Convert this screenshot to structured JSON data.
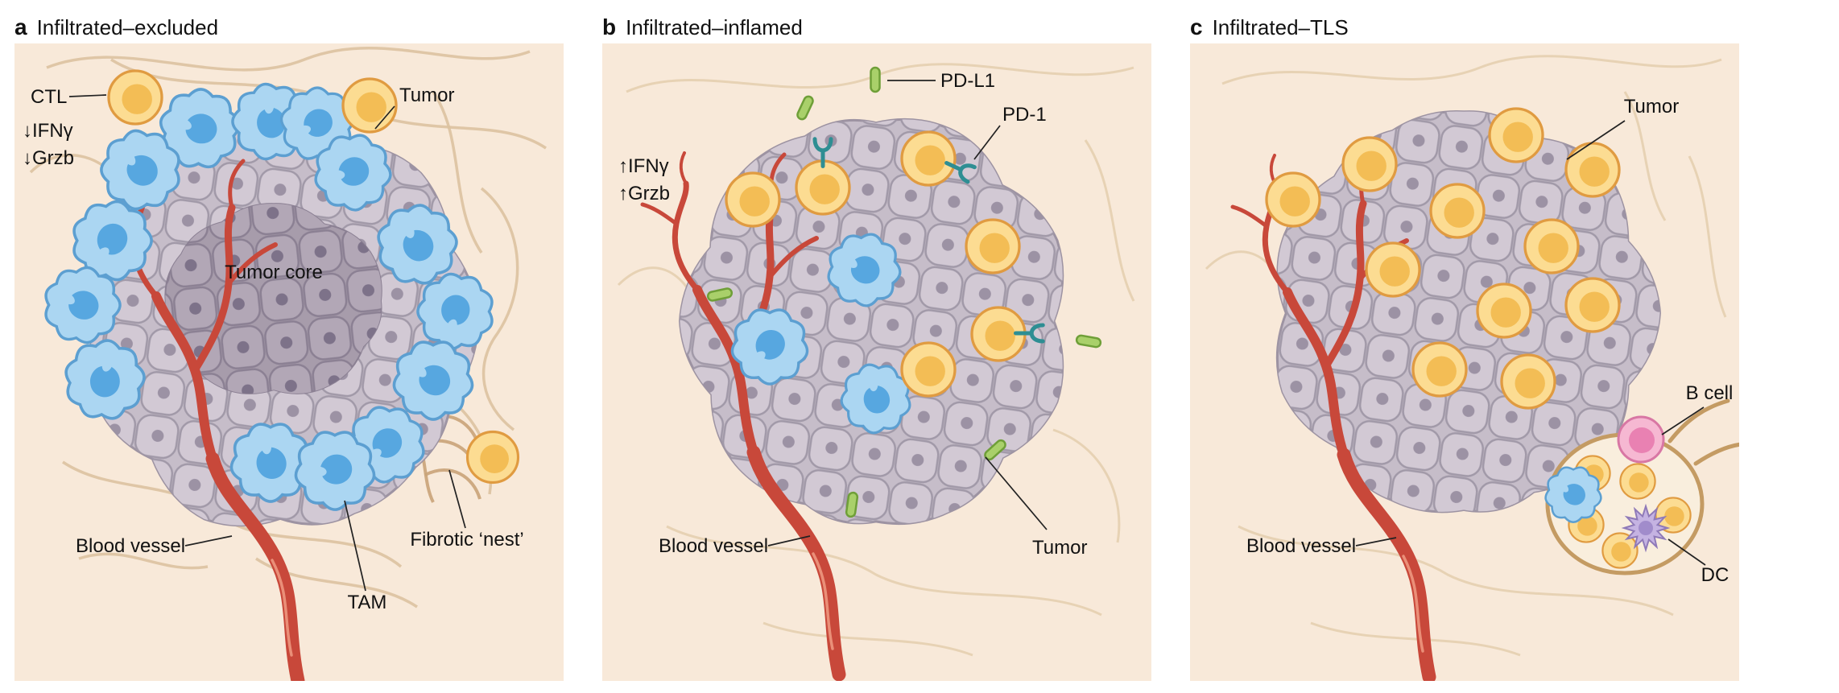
{
  "figure": {
    "panels": [
      {
        "letter": "a",
        "title": "Infiltrated–excluded",
        "labels": {
          "ctl": "CTL",
          "ifng": "↓IFNγ",
          "grzb": "↓Grzb",
          "tumor": "Tumor",
          "tumor_core": "Tumor core",
          "blood_vessel": "Blood vessel",
          "tam": "TAM",
          "fibrotic_nest": "Fibrotic ‘nest’"
        }
      },
      {
        "letter": "b",
        "title": "Infiltrated–inflamed",
        "labels": {
          "pd_l1": "PD-L1",
          "pd_1": "PD-1",
          "ifng": "↑IFNγ",
          "grzb": "↑Grzb",
          "blood_vessel": "Blood vessel",
          "tumor": "Tumor"
        }
      },
      {
        "letter": "c",
        "title": "Infiltrated–TLS",
        "labels": {
          "tumor": "Tumor",
          "b_cell": "B cell",
          "dc": "DC",
          "blood_vessel": "Blood vessel"
        }
      }
    ],
    "colors": {
      "panel_background": "#f8e9d9",
      "tumor_cell": "#d2c9d4",
      "tumor_core": "#b2a7b6",
      "ctl_cell": "#fcdc92",
      "tam_cell": "#abd6f2",
      "blood_vessel": "#c8483a",
      "pd_l1": "#a9d06a",
      "pd_1": "#2e8e93",
      "b_cell": "#f6b8d2",
      "dendritic_cell": "#c5b3e2",
      "fibrosis": "#d9bf9c"
    }
  }
}
